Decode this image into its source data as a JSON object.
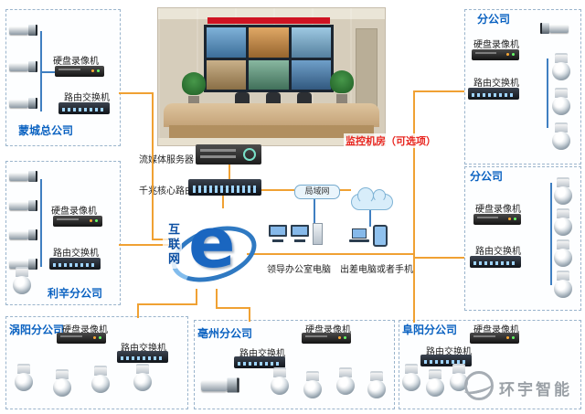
{
  "shared": {
    "dvr_label": "硬盘录像机",
    "switch_label": "路由交换机"
  },
  "branches": {
    "hq": "蒙城总公司",
    "lixin": "利辛分公司",
    "woyang": "涡阳分公司",
    "bozhou": "亳州分公司",
    "fuyang": "阜阳分公司",
    "branch_top": "分公司",
    "branch_mid": "分公司"
  },
  "center": {
    "monitor_room": "监控机房（可选项）",
    "streaming_server": "流媒体服务器",
    "core_router": "千兆核心路由",
    "internet": "互联网",
    "e_letter": "e",
    "lan": "局域网",
    "office_pc": "领导办公室电脑",
    "mobile": "出差电脑或者手机"
  },
  "brand": "环宇智能"
}
